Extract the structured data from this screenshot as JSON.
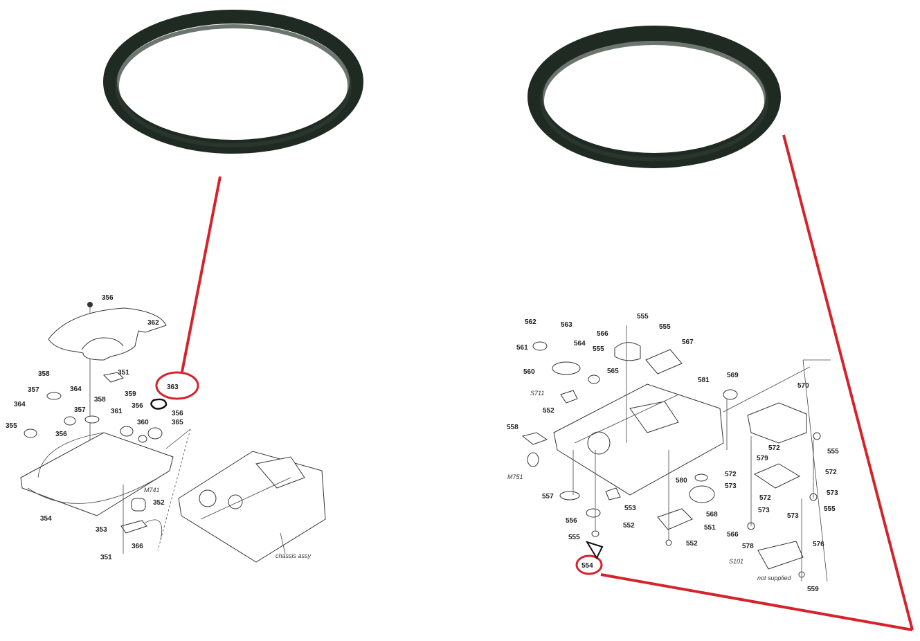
{
  "colors": {
    "belt": "#1e2a22",
    "callout": "#d4232b",
    "line": "#333333",
    "background": "#ffffff"
  },
  "left": {
    "belt": {
      "name": "drive-belt-left"
    },
    "highlight_label": "363",
    "labels": {
      "p356a": "356",
      "p362": "362",
      "p351a": "351",
      "p358a": "358",
      "p357a": "357",
      "p364a": "364",
      "p359": "359",
      "p358b": "358",
      "p364b": "364",
      "p357b": "357",
      "p356b": "356",
      "p361": "361",
      "p356c": "356",
      "p355": "355",
      "p356d": "356",
      "p360": "360",
      "p365": "365",
      "p354": "354",
      "pM741": "M741",
      "p352": "352",
      "p353": "353",
      "p366": "366",
      "p351b": "351"
    },
    "chassis_label": "chassis assy"
  },
  "right": {
    "belt": {
      "name": "drive-belt-right"
    },
    "highlight_label": "554",
    "labels": {
      "p562": "562",
      "p563": "563",
      "p566": "566",
      "p555a": "555",
      "p555b": "555",
      "p561": "561",
      "p564": "564",
      "p555c": "555",
      "p567": "567",
      "p560": "560",
      "p565": "565",
      "p581": "581",
      "p569": "569",
      "pS711": "S711",
      "p552a": "552",
      "p558": "558",
      "p570": "570",
      "p555d": "555",
      "pM751": "M751",
      "p579": "579",
      "p572a": "572",
      "p572b": "572",
      "p572c": "572",
      "p573a": "573",
      "p573b": "573",
      "p573c": "573",
      "p572d": "572",
      "p573d": "573",
      "p555e": "555",
      "p580": "580",
      "p557": "557",
      "p553": "553",
      "p568": "568",
      "p556": "556",
      "p552b": "552",
      "p551": "551",
      "p555f": "555",
      "p566b": "566",
      "p552c": "552",
      "p578": "578",
      "p576": "576",
      "pS101": "S101",
      "p559": "559"
    },
    "not_supplied": "not supplied"
  }
}
